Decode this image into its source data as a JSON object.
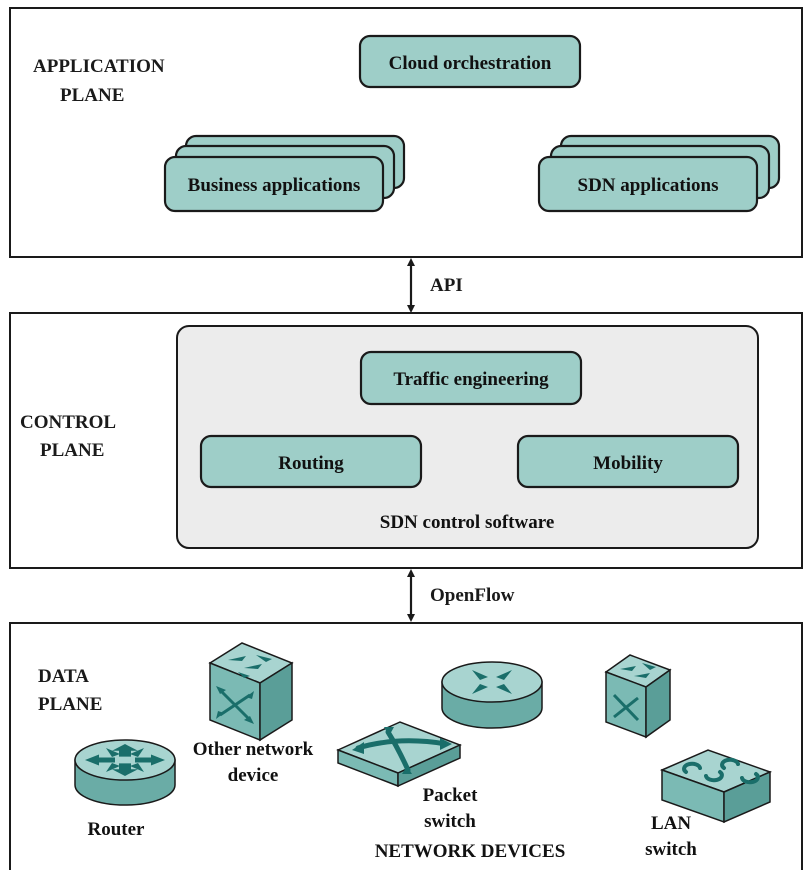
{
  "colors": {
    "box_fill": "#9ecec8",
    "panel_fill": "#ececec",
    "device_light": "#a8d4d0",
    "device_mid": "#7bbab4",
    "device_dark": "#5a9e98",
    "arrow": "#1a6e6a",
    "stroke": "#1a1a1a"
  },
  "application_plane": {
    "label_line1": "APPLICATION",
    "label_line2": "PLANE",
    "cloud": "Cloud orchestration",
    "business": "Business applications",
    "sdn": "SDN applications"
  },
  "api_link": {
    "label": "API"
  },
  "control_plane": {
    "label_line1": "CONTROL",
    "label_line2": "PLANE",
    "traffic": "Traffic engineering",
    "routing": "Routing",
    "mobility": "Mobility",
    "software": "SDN control software"
  },
  "openflow_link": {
    "label": "OpenFlow"
  },
  "data_plane": {
    "label_line1": "DATA",
    "label_line2": "PLANE",
    "router": "Router",
    "other_line1": "Other network",
    "other_line2": "device",
    "packet_line1": "Packet",
    "packet_line2": "switch",
    "lan_line1": "LAN",
    "lan_line2": "switch",
    "network_devices": "NETWORK DEVICES"
  }
}
